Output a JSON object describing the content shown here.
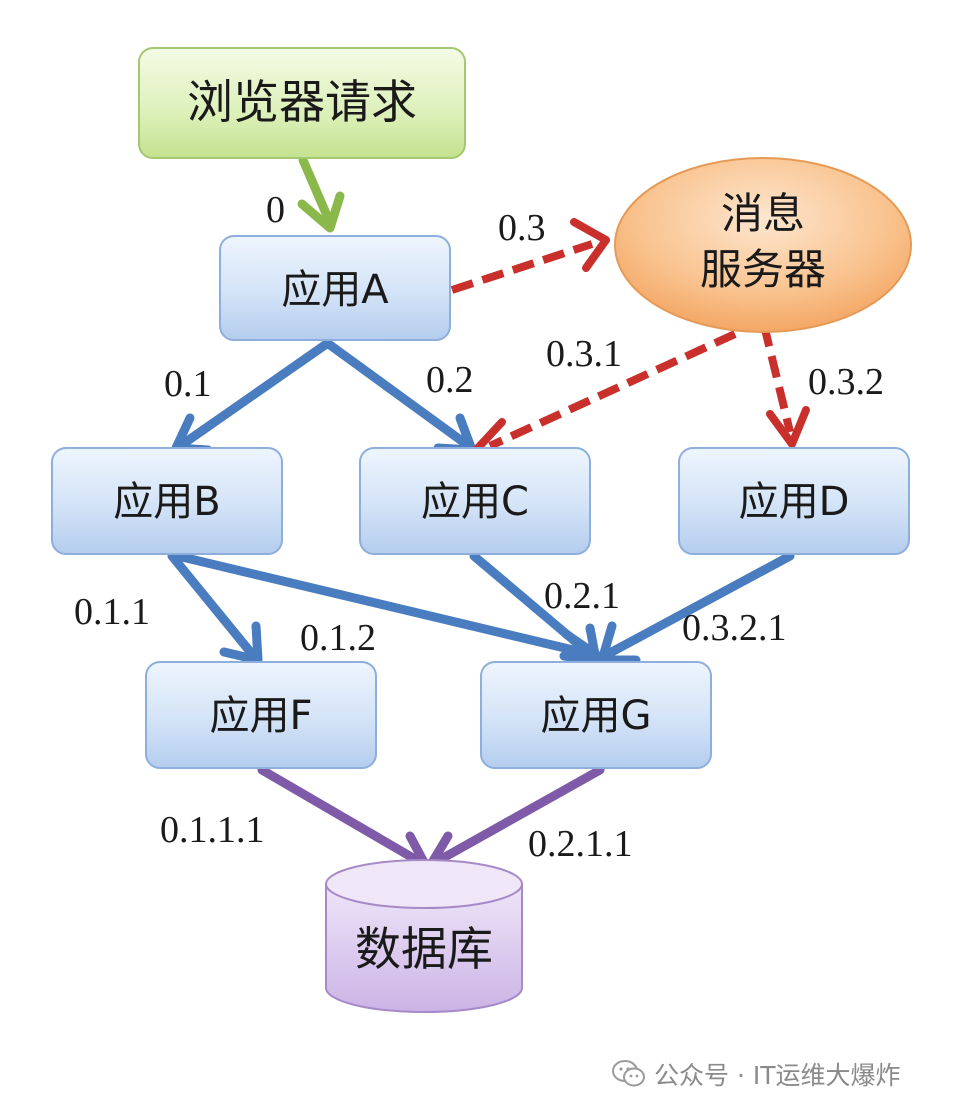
{
  "diagram": {
    "nodes": {
      "browser": "浏览器请求",
      "msg_line1": "消息",
      "msg_line2": "服务器",
      "app_a": "应用A",
      "app_b": "应用B",
      "app_c": "应用C",
      "app_d": "应用D",
      "app_f": "应用F",
      "app_g": "应用G",
      "database": "数据库"
    },
    "edges": {
      "browser_to_a": "0",
      "a_to_msg": "0.3",
      "a_to_b": "0.1",
      "a_to_c": "0.2",
      "msg_to_c": "0.3.1",
      "msg_to_d": "0.3.2",
      "b_to_f": "0.1.1",
      "b_to_g": "0.1.2",
      "c_to_g": "0.2.1",
      "d_to_g": "0.3.2.1",
      "f_to_db": "0.1.1.1",
      "g_to_db": "0.2.1.1"
    },
    "colors": {
      "blue_arrow": "#4a7cc0",
      "red_dashed_arrow": "#c9302c",
      "green_arrow": "#8ab84a",
      "purple_arrow": "#7f5aa8",
      "app_node_fill": "#c9dcf4",
      "browser_node_fill": "#d9efb3",
      "msg_node_fill": "#f7b77c",
      "db_fill": "#d8c5ec"
    }
  },
  "watermark": {
    "text": "公众号 · IT运维大爆炸",
    "icon": "wechat-icon"
  }
}
